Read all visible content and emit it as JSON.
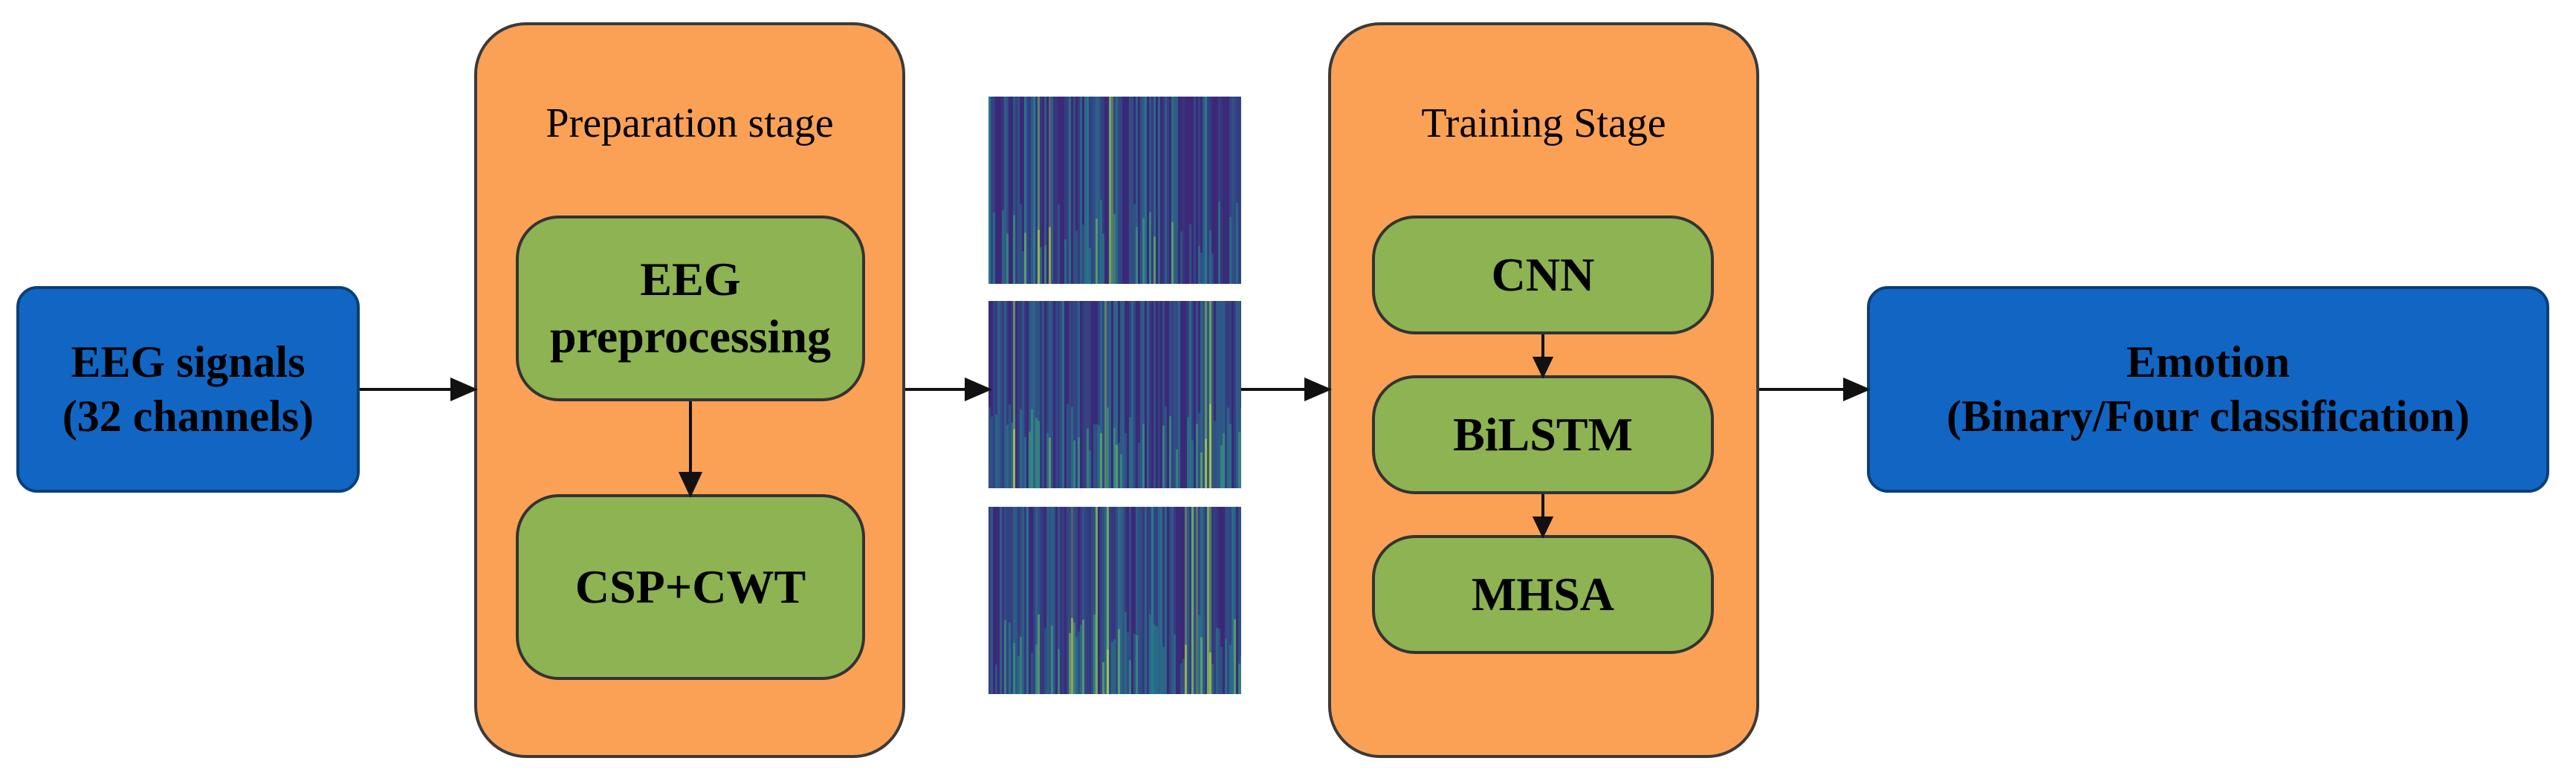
{
  "input": {
    "line1": "EEG signals",
    "line2": "(32 channels)"
  },
  "preparation": {
    "title": "Preparation stage",
    "step1_line1": "EEG",
    "step1_line2": "preprocessing",
    "step2": "CSP+CWT"
  },
  "training": {
    "title": "Training Stage",
    "layers": [
      "CNN",
      "BiLSTM",
      "MHSA"
    ]
  },
  "output": {
    "line1": "Emotion",
    "line2": "(Binary/Four classification)"
  },
  "colors": {
    "io_box": "#1166c4",
    "stage_box": "#fba155",
    "step_box": "#8db352",
    "spectrogram_bg": "#3b2a78"
  }
}
